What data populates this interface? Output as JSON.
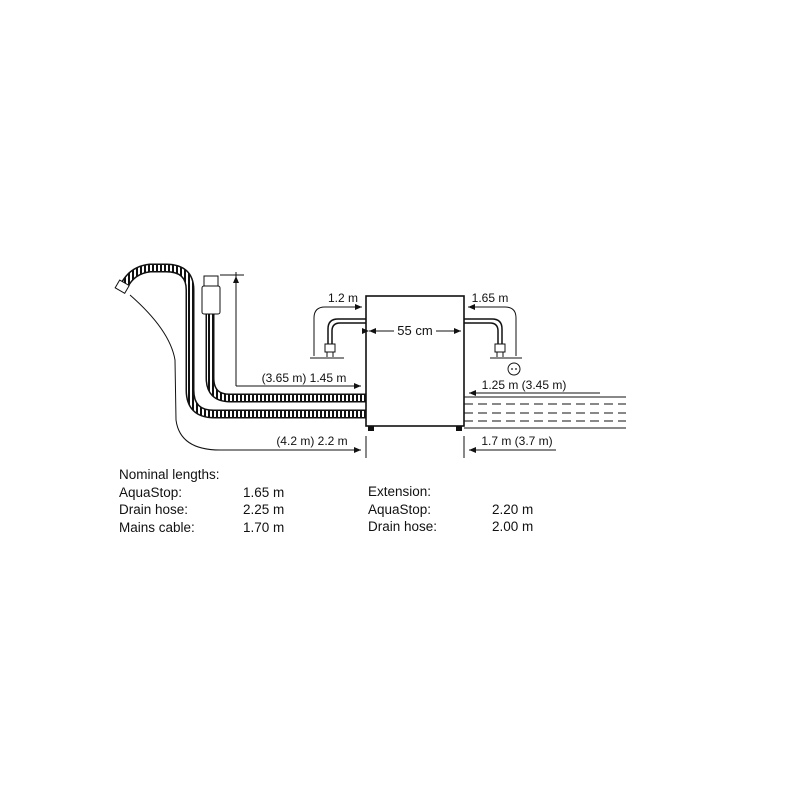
{
  "diagram": {
    "width_label": "55 cm",
    "left_top_cable": "1.2 m",
    "right_top_cable": "1.65 m",
    "left_mid_hose": "(3.65 m) 1.45 m",
    "left_bottom_hose": "(4.2 m) 2.2 m",
    "right_mid": "1.25 m (3.45 m)",
    "right_bottom": "1.7 m (3.7 m)"
  },
  "nominal": {
    "title": "Nominal lengths:",
    "items": [
      {
        "label": "AquaStop:",
        "value": "1.65 m"
      },
      {
        "label": "Drain hose:",
        "value": "2.25 m"
      },
      {
        "label": "Mains cable:",
        "value": "1.70 m"
      }
    ]
  },
  "extension": {
    "title": "Extension:",
    "items": [
      {
        "label": "AquaStop:",
        "value": "2.20 m"
      },
      {
        "label": "Drain hose:",
        "value": "2.00 m"
      }
    ]
  }
}
